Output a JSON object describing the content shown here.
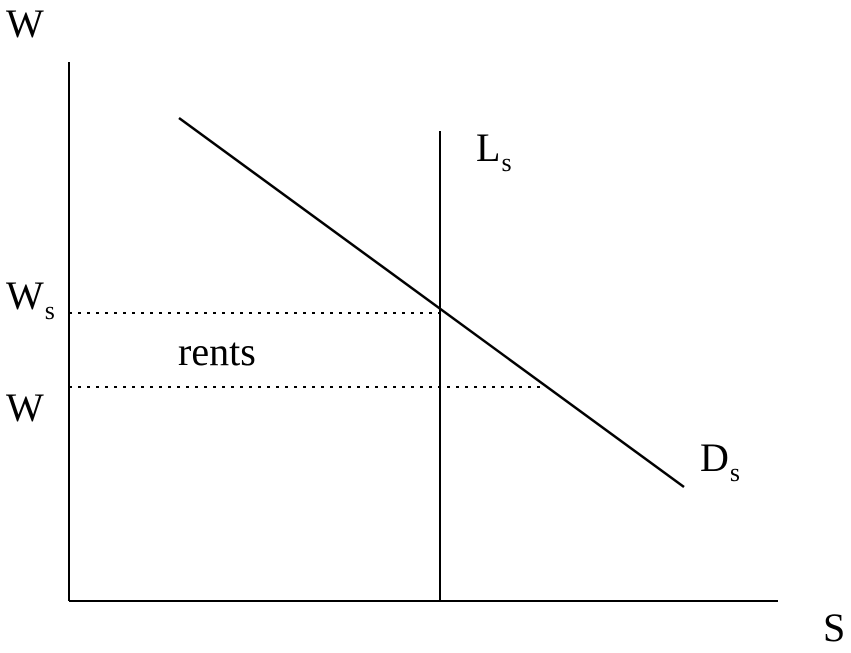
{
  "axes": {
    "y_label": "W",
    "x_label": "S"
  },
  "labels": {
    "ws_main": "W",
    "ws_sub": "s",
    "w_level": "W",
    "ls_main": "L",
    "ls_sub": "s",
    "ds_main": "D",
    "ds_sub": "s",
    "rents": "rents"
  },
  "colors": {
    "line": "#000000",
    "background": "#ffffff"
  }
}
